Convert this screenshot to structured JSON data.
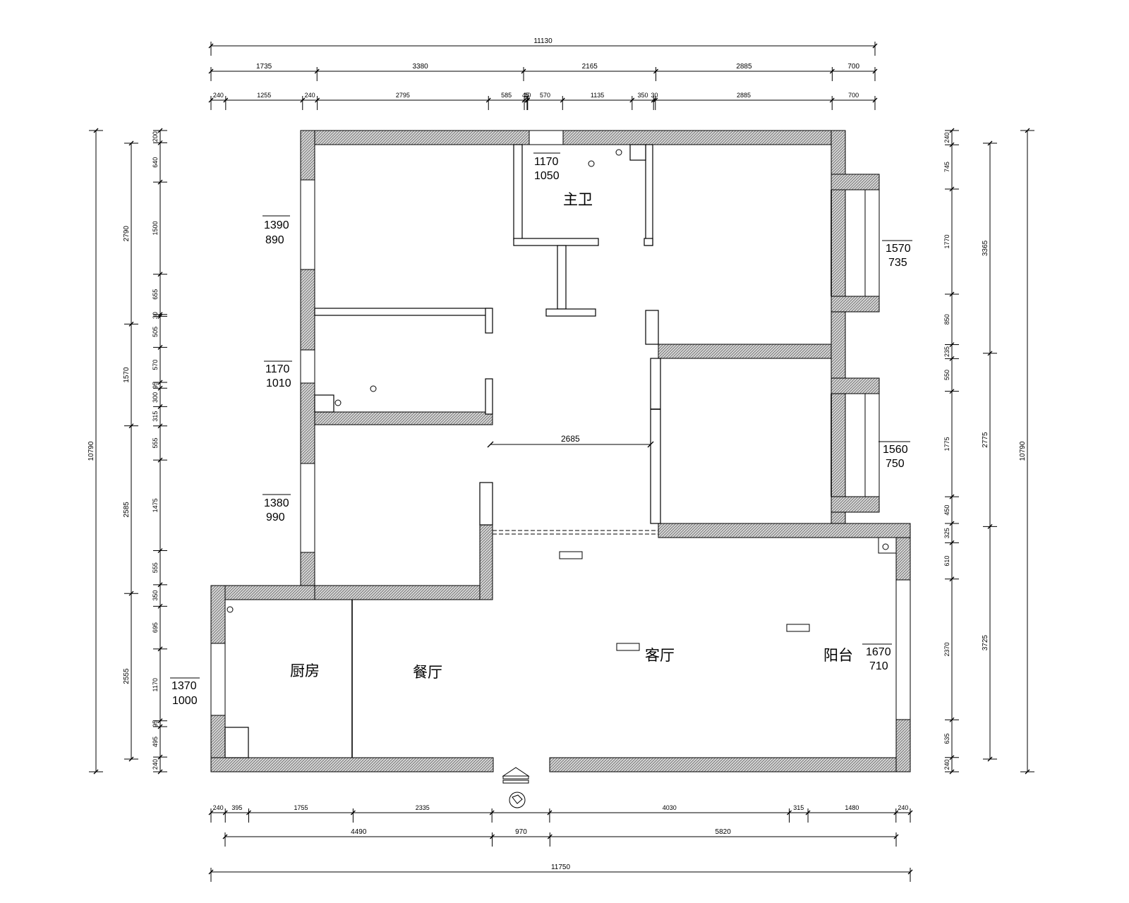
{
  "rooms": {
    "master_bath": "主卫",
    "kitchen": "厨房",
    "dining": "餐厅",
    "living": "客厅",
    "balcony": "阳台"
  },
  "windows": [
    {
      "width": "1170",
      "height": "1050"
    },
    {
      "width": "1390",
      "height": "890"
    },
    {
      "width": "1570",
      "height": "735"
    },
    {
      "width": "1170",
      "height": "1010"
    },
    {
      "width": "1560",
      "height": "750"
    },
    {
      "width": "1380",
      "height": "990"
    },
    {
      "width": "1670",
      "height": "710"
    },
    {
      "width": "1370",
      "height": "1000"
    }
  ],
  "dims": {
    "top_total": "11130",
    "top_mid": [
      "1735",
      "3380",
      "2165",
      "2885",
      "700"
    ],
    "top_detail": [
      "240",
      "1255",
      "240",
      "2795",
      "585",
      "45",
      "10",
      "570",
      "1135",
      "350",
      "30",
      "2885",
      "700"
    ],
    "left_total": "10790",
    "left_mid": [
      "2790",
      "1570",
      "2585",
      "2555"
    ],
    "left_detail": [
      "200",
      "640",
      "1500",
      "655",
      "30",
      "505",
      "570",
      "95",
      "300",
      "315",
      "555",
      "1475",
      "555",
      "350",
      "695",
      "1170",
      "95",
      "495",
      "240"
    ],
    "right_total": "10790",
    "right_mid": [
      "3365",
      "2775",
      "3725"
    ],
    "right_detail": [
      "240",
      "745",
      "1770",
      "850",
      "235",
      "550",
      "1775",
      "450",
      "325",
      "610",
      "2370",
      "635",
      "240"
    ],
    "bottom_detail": [
      "240",
      "395",
      "1755",
      "2335",
      "4030",
      "315",
      "1480",
      "240"
    ],
    "bottom_mid": [
      "4490",
      "970",
      "5820"
    ],
    "bottom_total": "11750",
    "inner": "2685"
  }
}
